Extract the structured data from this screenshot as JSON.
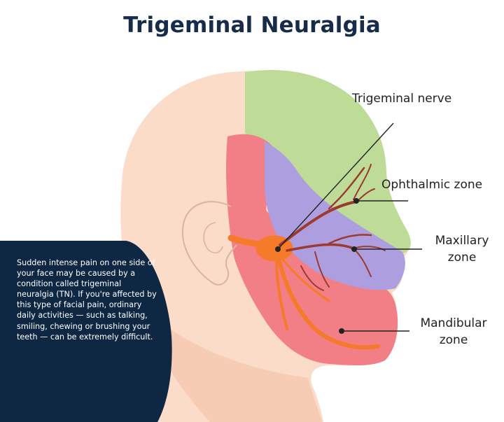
{
  "title": "Trigeminal Neuralgia",
  "labels": {
    "trigeminal_nerve": "Trigeminal nerve",
    "ophthalmic_zone": "Ophthalmic zone",
    "maxillary_zone_line1": "Maxillary",
    "maxillary_zone_line2": "zone",
    "mandibular_zone_line1": "Mandibular",
    "mandibular_zone_line2": "zone"
  },
  "info_text": "Sudden intense pain on one side of your face may be caused by a condition called trigeminal neuralgia (TN). If you're affected by this type of facial pain, ordinary daily activities — such as talking, smiling, chewing or brushing your teeth — can be extremely difficult.",
  "colors": {
    "title": "#172c4a",
    "skin": "#fbdcc8",
    "ophthalmic_zone": "#bedc98",
    "maxillary_zone": "#ad9ee0",
    "mandibular_zone": "#f27f86",
    "nerve": "#f57a2a",
    "branch": "#9c3a30",
    "info_panel": "#0e2742"
  }
}
